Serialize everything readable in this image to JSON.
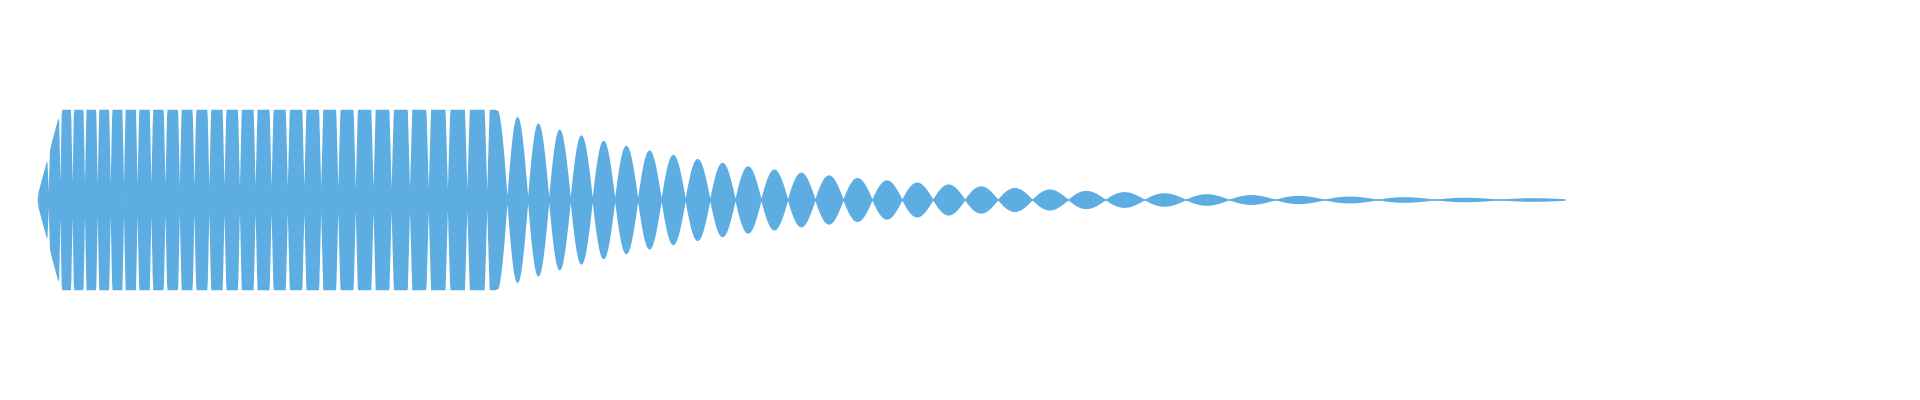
{
  "waveform": {
    "color": "#5dade2",
    "background": "#ffffff",
    "envelope": {
      "onset_fraction": 0.015,
      "sustain_level": 1.0,
      "sustain_end_fraction": 0.3,
      "decay_end_fraction": 1.0,
      "decay_shape": "exponential"
    },
    "oscillation": {
      "initial_cycles_per_unit": 130,
      "final_cycles_per_unit": 18,
      "frequency_shape": "decreasing"
    }
  }
}
